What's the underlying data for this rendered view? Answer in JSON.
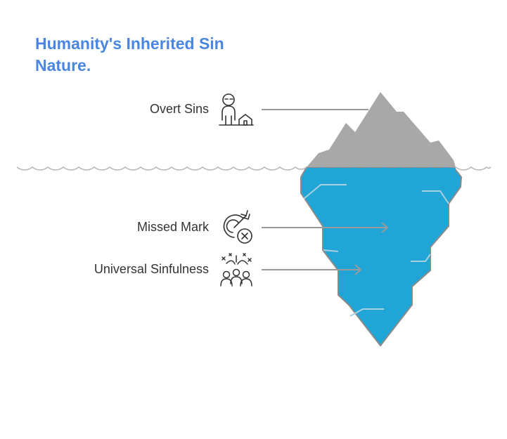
{
  "title": {
    "line1": "Humanity's Inherited Sin",
    "line2": "Nature."
  },
  "layers": [
    {
      "label": "Overt Sins",
      "icon": "person-house-icon",
      "zone": "above-water"
    },
    {
      "label": "Missed Mark",
      "icon": "target-miss-icon",
      "zone": "below-water"
    },
    {
      "label": "Universal Sinfulness",
      "icon": "crowd-burst-icon",
      "zone": "below-water"
    }
  ],
  "colors": {
    "title": "#4a86e0",
    "iceberg_tip": "#a8a8a8",
    "iceberg_body": "#20a6d6",
    "outline": "#888888",
    "text": "#333333"
  }
}
